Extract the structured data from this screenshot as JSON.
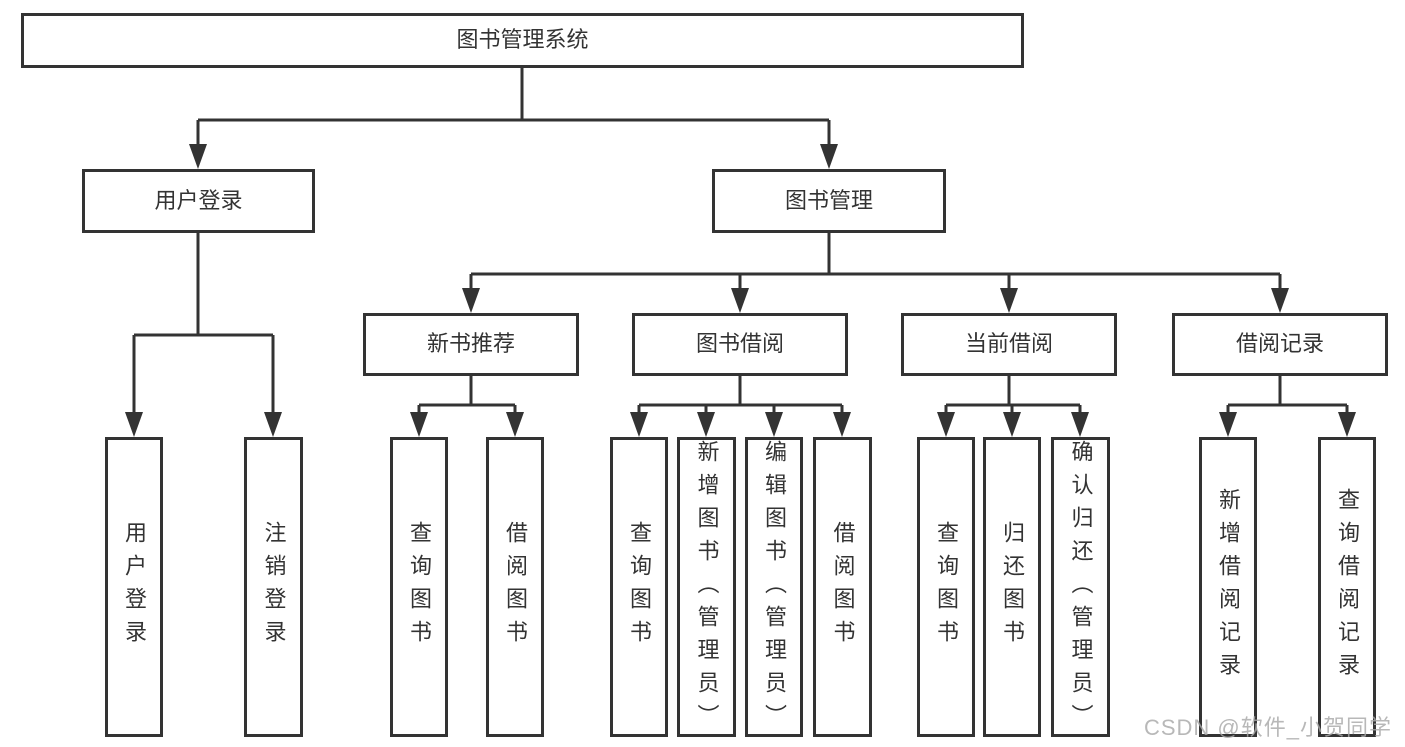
{
  "tree": {
    "root": {
      "label": "图书管理系统"
    },
    "branches": [
      {
        "label": "用户登录",
        "children": [
          {
            "label": "用户登录"
          },
          {
            "label": "注销登录"
          }
        ]
      },
      {
        "label": "图书管理",
        "children": [
          {
            "label": "新书推荐",
            "children": [
              {
                "label": "查询图书"
              },
              {
                "label": "借阅图书"
              }
            ]
          },
          {
            "label": "图书借阅",
            "children": [
              {
                "label": "查询图书"
              },
              {
                "label": "新增图书（管理员）"
              },
              {
                "label": "编辑图书（管理员）"
              },
              {
                "label": "借阅图书"
              }
            ]
          },
          {
            "label": "当前借阅",
            "children": [
              {
                "label": "查询图书"
              },
              {
                "label": "归还图书"
              },
              {
                "label": "确认归还（管理员）"
              }
            ]
          },
          {
            "label": "借阅记录",
            "children": [
              {
                "label": "新增借阅记录"
              },
              {
                "label": "查询借阅记录"
              }
            ]
          }
        ]
      }
    ]
  },
  "watermark": "CSDN @软件_小贺同学",
  "colors": {
    "line": "#333333",
    "text": "#333333",
    "box_background": "#ffffff",
    "page_background": "#ffffff",
    "watermark": "#a9a9a9"
  }
}
